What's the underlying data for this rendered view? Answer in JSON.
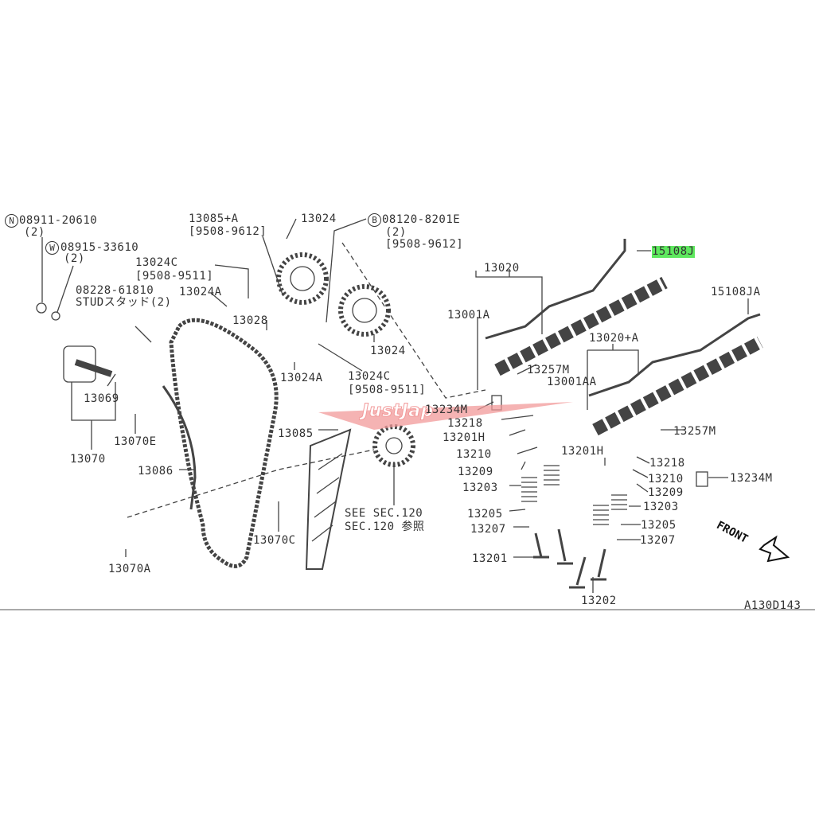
{
  "diagram": {
    "code": "A130D143",
    "watermark": "JustJap",
    "front_label": "FRONT",
    "highlight_color": "#5ee85e",
    "watermark_color": "#f29a9a",
    "labels": {
      "nut_symbol": "N",
      "nut_part": "08911-20610",
      "nut_qty": "(2)",
      "washer_symbol": "W",
      "washer_part": "08915-33610",
      "washer_qty": "(2)",
      "p13085a": "13085+A",
      "p13085a_range": "[9508-9612]",
      "p13024_top": "13024",
      "bolt_symbol": "B",
      "bolt_part": "08120-8201E",
      "bolt_qty": "(2)",
      "bolt_range": "[9508-9612]",
      "p13024c_top": "13024C",
      "p13024c_top_range": "[9508-9511]",
      "stud_part": "08228-61810",
      "stud_desc": "STUDスタッド(2)",
      "p13024a_top": "13024A",
      "p13028": "13028",
      "p13024_mid": "13024",
      "p13024a_mid": "13024A",
      "p13024c_mid": "13024C",
      "p13024c_mid_range": "[9508-9511]",
      "p13069": "13069",
      "p13070e": "13070E",
      "p13070": "13070",
      "p13086": "13086",
      "p13085": "13085",
      "see_sec": "SEE SEC.120",
      "sec_ref": "SEC.120 参照",
      "p13070c": "13070C",
      "p13070a": "13070A",
      "p15108j": "15108J",
      "p13020": "13020",
      "p13001a": "13001A",
      "p15108ja": "15108JA",
      "p13020a": "13020+A",
      "p13257m_l": "13257M",
      "p13001aa": "13001AA",
      "p13234m_l": "13234M",
      "p13218_l": "13218",
      "p13201h_l": "13201H",
      "p13210_l": "13210",
      "p13209_l": "13209",
      "p13203_l": "13203",
      "p13205_l": "13205",
      "p13207_l": "13207",
      "p13201": "13201",
      "p13257m_r": "13257M",
      "p13201h_r": "13201H",
      "p13218_r": "13218",
      "p13210_r": "13210",
      "p13209_r": "13209",
      "p13234m_r": "13234M",
      "p13203_r": "13203",
      "p13205_r": "13205",
      "p13207_r": "13207",
      "p13202": "13202"
    }
  }
}
